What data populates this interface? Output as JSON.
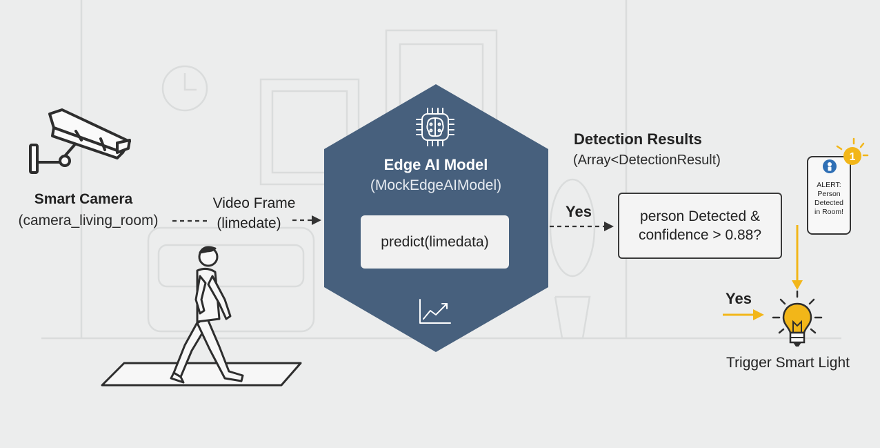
{
  "camera": {
    "title": "Smart Camera",
    "subtitle": "(camera_living_room)"
  },
  "video_frame": {
    "line1": "Video Frame",
    "line2": "(limedate)"
  },
  "model": {
    "title": "Edge AI Model",
    "subtitle": "(MockEdgeAIModel)",
    "method": "predict(limedata)"
  },
  "detection": {
    "title": "Detection Results",
    "subtitle": "(Array<DetectionResult)"
  },
  "decision": {
    "yes_label": "Yes",
    "condition_line1": "person Detected &",
    "condition_line2": "confidence > 0.88?"
  },
  "action": {
    "yes_label": "Yes",
    "label": "Trigger Smart Light"
  },
  "phone_alert": {
    "line1": "ALERT:",
    "line2": "Person",
    "line3": "Detected",
    "line4": "in Room!",
    "badge": "1"
  },
  "colors": {
    "background": "#eceded",
    "hexagon": "#47607d",
    "accent": "#f2b619",
    "line": "#333333"
  },
  "icons": {
    "camera": "security-camera-icon",
    "person": "walking-person-icon",
    "chip": "ai-chip-icon",
    "chart": "trend-chart-icon",
    "bulb": "light-bulb-icon",
    "phone": "smartphone-icon",
    "bell": "notification-bell-icon"
  }
}
